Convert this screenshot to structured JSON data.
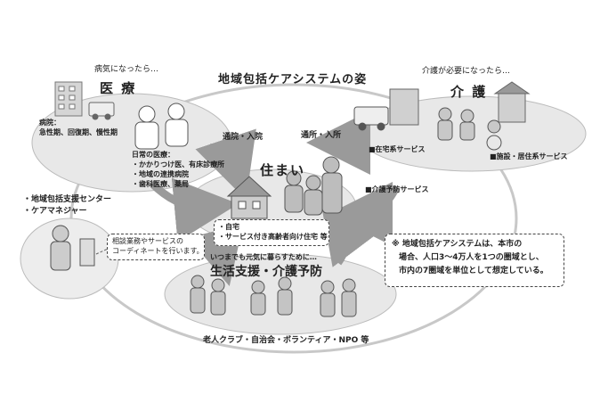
{
  "title": "地域包括ケアシステムの姿",
  "medical": {
    "caption": "病気になったら…",
    "heading": "医 療",
    "hospital_label": "病院：",
    "hospital_types": "急性期、回復期、慢性期",
    "daily_label": "日常の医療：",
    "daily_items": [
      "・かかりつけ医、有床診療所",
      "・地域の連携病院",
      "・歯科医療、薬局"
    ]
  },
  "care": {
    "caption": "介護が必要になったら…",
    "heading": "介 護",
    "home_service": "■在宅系サービス",
    "facility_service": "■施設・居住系サービス",
    "prevention_service": "■介護予防サービス"
  },
  "housing": {
    "heading": "住まい",
    "items": [
      "・自宅",
      "・サービス付き高齢者向け住宅 等"
    ]
  },
  "arrows": {
    "medical_link": "通院・入院",
    "care_link": "通所・入所"
  },
  "support_center": {
    "items": [
      "・地域包括支援センター",
      "・ケアマネジャー"
    ],
    "note_lines": [
      "相談業務やサービスの",
      "コーディネートを行います。"
    ]
  },
  "livelihood": {
    "caption": "いつまでも元気に暮らすために…",
    "heading": "生活支援・介護予防",
    "groups": "老人クラブ・自治会・ボランティア・NPO 等"
  },
  "remark": {
    "lines": [
      "※ 地域包括ケアシステムは、本市の",
      "場合、人口3～4万人を1つの圏域とし、",
      "市内の7圏域を単位として想定している。"
    ]
  },
  "colors": {
    "ellipse_fill": "#e6e6e6",
    "ring": "#c8c8c8",
    "arrow": "#9a9a9a",
    "figure": "#8c8c8c"
  }
}
